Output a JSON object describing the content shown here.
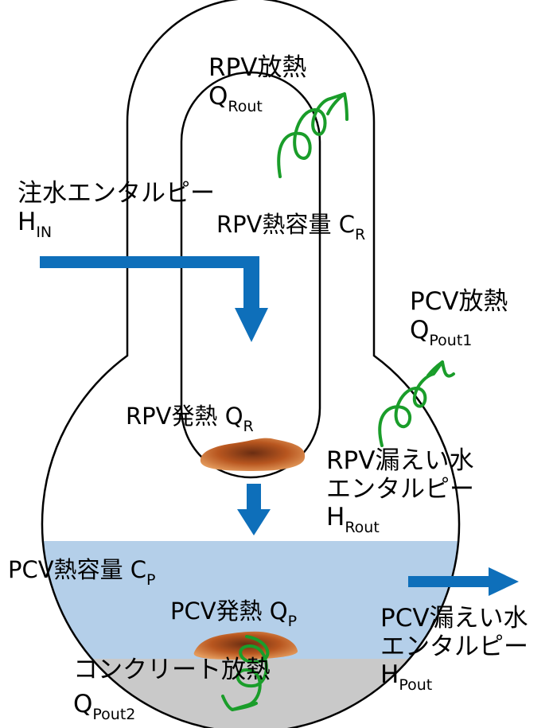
{
  "colors": {
    "outline": "#000000",
    "water": "#b4cfe9",
    "concrete": "#c9c9c9",
    "arrow_blue": "#0e6fba",
    "heat_green": "#1a9d2a",
    "debris_orange": "#c8622a",
    "text": "#000000"
  },
  "labels": {
    "rpv_heat_release": {
      "main": "RPV放熱",
      "symbol": "Q",
      "sub": "Rout"
    },
    "injection_enthalpy": {
      "main": "注水エンタルピー",
      "symbol": "H",
      "sub": "IN"
    },
    "rpv_heat_capacity": {
      "main": "RPV熱容量 C",
      "sub": "R"
    },
    "pcv_heat_release": {
      "main": "PCV放熱",
      "symbol": "Q",
      "sub": "Pout1"
    },
    "rpv_decay_heat": {
      "main": "RPV発熱 Q",
      "sub": "R"
    },
    "rpv_leak_enthalpy": {
      "line1": "RPV漏えい水",
      "line2": "エンタルピー",
      "symbol": "H",
      "sub": "Rout"
    },
    "pcv_heat_capacity": {
      "main": "PCV熱容量 C",
      "sub": "P"
    },
    "pcv_decay_heat": {
      "main": "PCV発熱 Q",
      "sub": "P"
    },
    "pcv_leak_enthalpy": {
      "line1": "PCV漏えい水",
      "line2": "エンタルピー",
      "symbol": "H",
      "sub": "Pout"
    },
    "concrete_heat_release": {
      "main": "コンクリート放熱",
      "symbol": "Q",
      "sub": "Pout2"
    }
  }
}
